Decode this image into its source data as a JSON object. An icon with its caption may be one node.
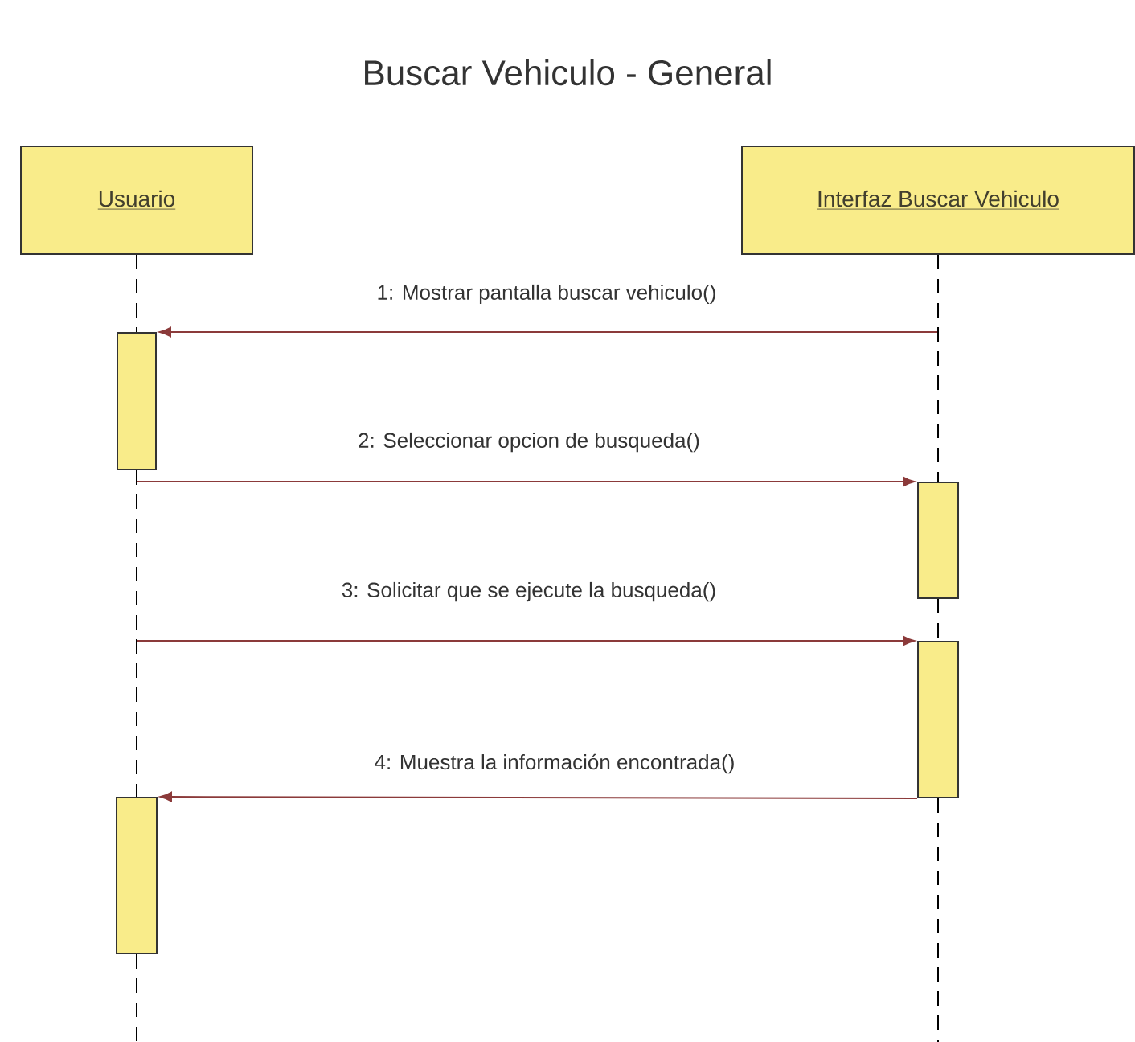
{
  "diagram": {
    "title": "Buscar Vehiculo - General",
    "nodes": [
      {
        "text": [
          "Usuario"
        ]
      },
      {
        "text": [
          "Interfaz Buscar Vehiculo"
        ]
      },
      {
        "text": [],
        "shape": "bar"
      },
      {
        "text": [],
        "shape": "bar"
      },
      {
        "text": [],
        "shape": "bar"
      },
      {
        "text": [],
        "shape": "bar"
      }
    ],
    "edges": [
      {
        "from": 1,
        "to": 2,
        "arrow": "to",
        "label": "1: Mostrar pantalla buscar vehiculo()",
        "color": "#8b3a3a"
      },
      {
        "from": 2,
        "to": 3,
        "arrow": "to",
        "label": "2: Seleccionar opcion de busqueda()",
        "color": "#8b3a3a"
      },
      {
        "from": null,
        "to": 4,
        "arrow": "to",
        "label": "3: Solicitar que se ejecute la busqueda()",
        "color": "#8b3a3a"
      },
      {
        "from": 4,
        "to": 5,
        "arrow": "to",
        "label": "4: Muestra la información encontrada()",
        "color": "#8b3a3a"
      },
      {
        "from": 0,
        "to": 2,
        "arrow": "none",
        "style": "dashed",
        "color": "#000000"
      },
      {
        "from": 2,
        "to": 5,
        "arrow": "none",
        "style": "dashed",
        "color": "#000000"
      },
      {
        "from": 1,
        "to": 3,
        "arrow": "none",
        "style": "dashed",
        "color": "#000000"
      },
      {
        "from": 3,
        "to": 4,
        "arrow": "none",
        "style": "dashed",
        "color": "#000000"
      }
    ]
  }
}
